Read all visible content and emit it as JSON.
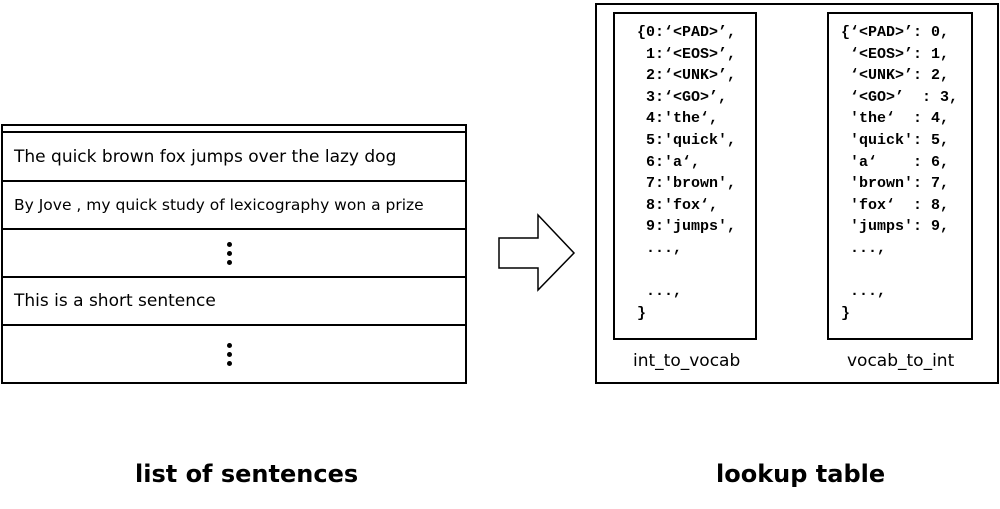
{
  "sentences": {
    "row1": "The quick brown fox jumps over the lazy dog",
    "row2": "By Jove , my quick study of lexicography won a prize",
    "row4": "This is a short sentence"
  },
  "int_to_vocab": {
    "lines": [
      "{0:‘<PAD>’,",
      " 1:‘<EOS>’,",
      " 2:‘<UNK>’,",
      " 3:‘<GO>’,",
      " 4:'the‘,",
      " 5:'quick',",
      " 6:'a‘,",
      " 7:'brown',",
      " 8:'fox‘,",
      " 9:'jumps',",
      " ...,",
      "",
      " ...,",
      "}"
    ],
    "name": "int_to_vocab"
  },
  "vocab_to_int": {
    "lines": [
      "{‘<PAD>’: 0,",
      " ‘<EOS>’: 1,",
      " ‘<UNK>’: 2,",
      " ‘<GO>’  : 3,",
      " 'the‘  : 4,",
      " 'quick': 5,",
      " 'a‘    : 6,",
      " 'brown': 7,",
      " 'fox‘  : 8,",
      " 'jumps': 9,",
      " ...,",
      "",
      " ...,",
      "}"
    ],
    "name": "vocab_to_int"
  },
  "captions": {
    "left": "list of sentences",
    "right": "lookup table"
  }
}
